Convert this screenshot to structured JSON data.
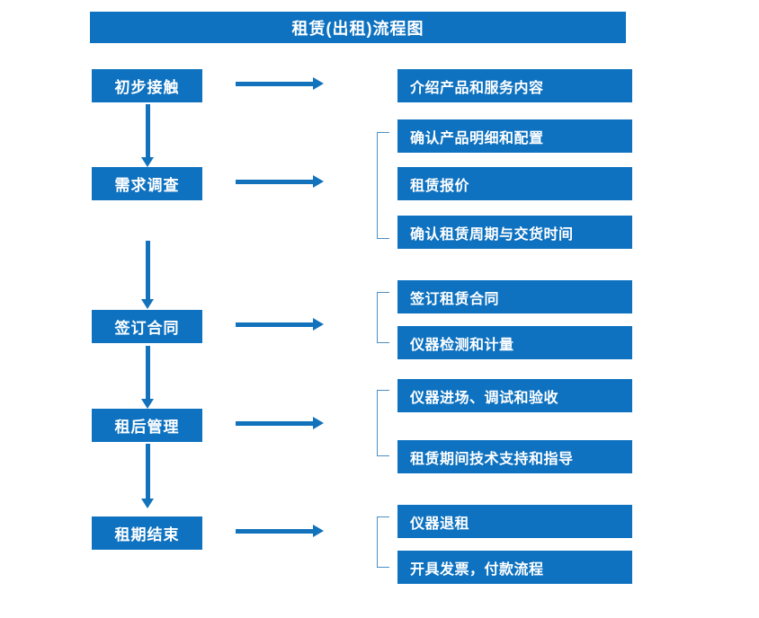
{
  "title": "租赁(出租)流程图",
  "accent_color": "#0E72C0",
  "arrow_color": "#1272BC",
  "bracket_color": "#4A8FC4",
  "text_color": "#FFFFFF",
  "background_color": "#FFFFFF",
  "chart_data": {
    "type": "diagram",
    "diagram_kind": "flowchart",
    "title": "租赁(出租)流程图",
    "orientation": "top-to-bottom with right-side detail branches",
    "stages": [
      {
        "label": "初步接触",
        "details": [
          "介绍产品和服务内容"
        ]
      },
      {
        "label": "需求调查",
        "details": [
          "确认产品明细和配置",
          "租赁报价",
          "确认租赁周期与交货时间"
        ]
      },
      {
        "label": "签订合同",
        "details": [
          "签订租赁合同",
          "仪器检测和计量"
        ]
      },
      {
        "label": "租后管理",
        "details": [
          "仪器进场、调试和验收",
          "租赁期间技术支持和指导"
        ]
      },
      {
        "label": "租期结束",
        "details": [
          "仪器退租",
          "开具发票，付款流程"
        ]
      }
    ]
  },
  "stages": [
    {
      "label": "初步接触"
    },
    {
      "label": "需求调查"
    },
    {
      "label": "签订合同"
    },
    {
      "label": "租后管理"
    },
    {
      "label": "租期结束"
    }
  ],
  "details": [
    {
      "label": "介绍产品和服务内容"
    },
    {
      "label": "确认产品明细和配置"
    },
    {
      "label": "租赁报价"
    },
    {
      "label": "确认租赁周期与交货时间"
    },
    {
      "label": "签订租赁合同"
    },
    {
      "label": "仪器检测和计量"
    },
    {
      "label": "仪器进场、调试和验收"
    },
    {
      "label": "租赁期间技术支持和指导"
    },
    {
      "label": "仪器退租"
    },
    {
      "label": "开具发票，付款流程"
    }
  ]
}
